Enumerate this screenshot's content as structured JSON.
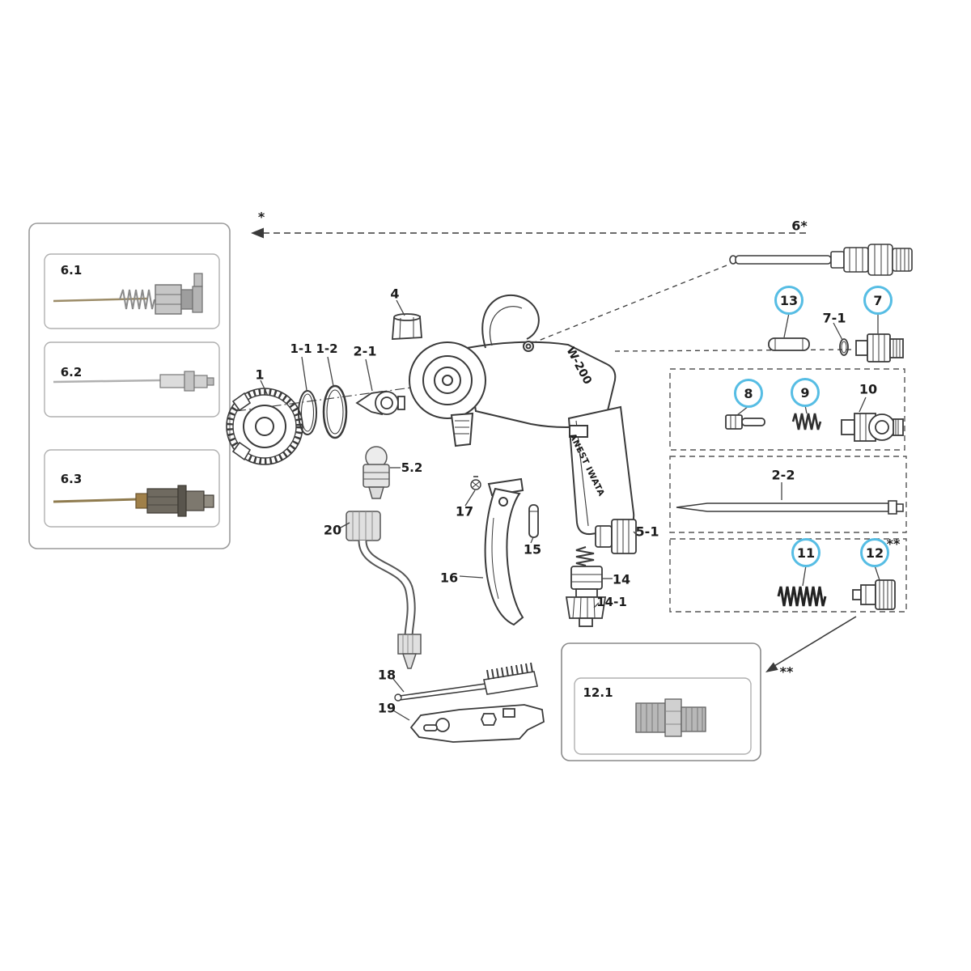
{
  "diagram": {
    "gun": {
      "model": "W-200",
      "brand": "ANEST IWATA"
    },
    "colors": {
      "callout_ring": "#56bde4",
      "line": "#3a3a3a",
      "box_border": "#9a9a9a"
    },
    "labels": {
      "p1": "1",
      "p1_1": "1-1",
      "p1_2": "1-2",
      "p2_1": "2-1",
      "p2_2": "2-2",
      "p4": "4",
      "p5_1": "5-1",
      "p5_2": "5.2",
      "p6": "6*",
      "p6_1": "6.1",
      "p6_2": "6.2",
      "p6_3": "6.3",
      "p7": "7",
      "p7_1": "7-1",
      "p8": "8",
      "p9": "9",
      "p10": "10",
      "p11": "11",
      "p12": "12",
      "p12_1": "12.1",
      "p13": "13",
      "p14": "14",
      "p14_1": "14-1",
      "p15": "15",
      "p16": "16",
      "p17": "17",
      "p18": "18",
      "p19": "19",
      "p20": "20",
      "star": "*",
      "dstar_top": "**",
      "dstar_bottom": "**"
    }
  }
}
